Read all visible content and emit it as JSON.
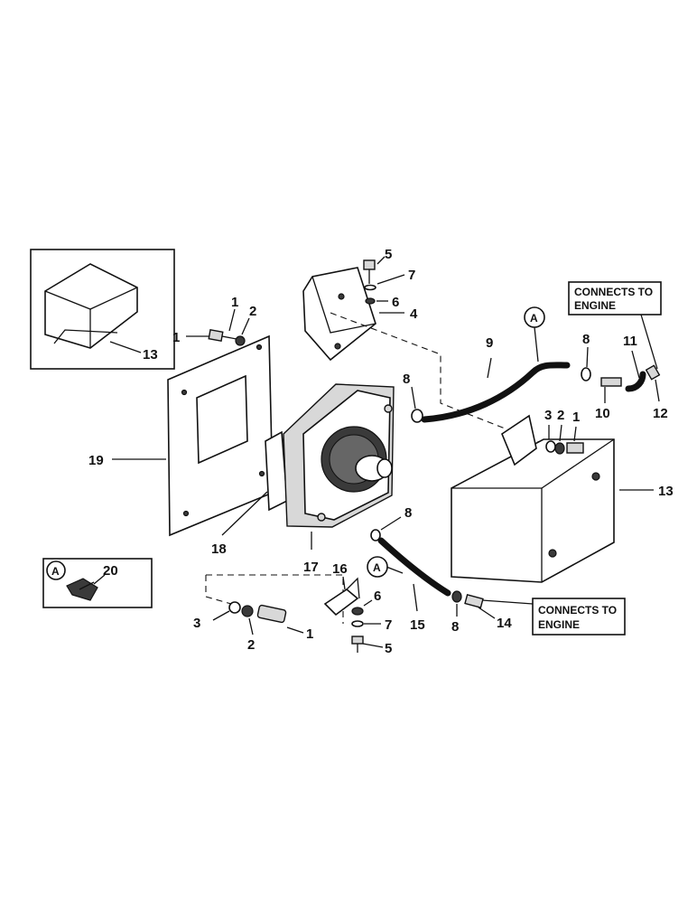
{
  "callouts": {
    "c1a": "1",
    "c1b": "1",
    "c1c": "1",
    "c1d": "1",
    "c2a": "2",
    "c2b": "2",
    "c2c": "2",
    "c3a": "3",
    "c3b": "3",
    "c4": "4",
    "c5a": "5",
    "c5b": "5",
    "c6a": "6",
    "c6b": "6",
    "c7a": "7",
    "c7b": "7",
    "c8a": "8",
    "c8b": "8",
    "c8c": "8",
    "c8d": "8",
    "c9": "9",
    "c10": "10",
    "c11": "11",
    "c12": "12",
    "c13a": "13",
    "c13b": "13",
    "c14": "14",
    "c15": "15",
    "c16": "16",
    "c17": "17",
    "c18": "18",
    "c19": "19",
    "c20": "20"
  },
  "markers": {
    "a1": "A",
    "a2": "A",
    "a3": "A"
  },
  "notes": {
    "top_line1": "CONNECTS TO",
    "top_line2": "ENGINE",
    "bottom_line1": "CONNECTS TO",
    "bottom_line2": "ENGINE"
  }
}
